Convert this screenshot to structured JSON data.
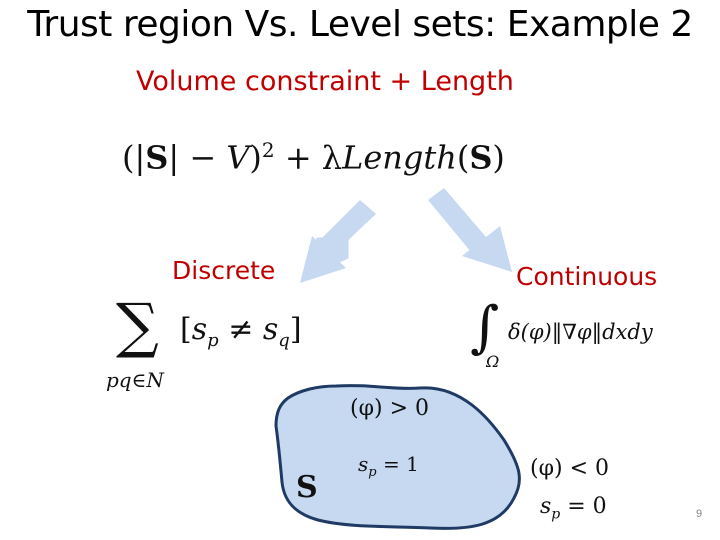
{
  "title": "Trust region Vs. Level sets: Example 2",
  "subtitle": "Volume constraint + Length",
  "energy": {
    "open": "(|",
    "S1": "S",
    "mid": "| − ",
    "V": "V",
    "close": ")",
    "sq": "2",
    "plus": " + λ",
    "length": "Length",
    "lp": "(",
    "S2": "S",
    "rp": ")"
  },
  "discrete": {
    "label": "Discrete",
    "sigma": "∑",
    "sub": "pq∈N",
    "term_open": "[",
    "sp": "s",
    "p": "p",
    "neq": " ≠ ",
    "sq": "s",
    "q": "q",
    "term_close": "]"
  },
  "continuous": {
    "label": "Continuous",
    "integral": "∫",
    "omega": "Ω",
    "expr": "δ(φ)‖∇φ‖dxdy"
  },
  "region": {
    "inside_phi": "(φ) > 0",
    "inside_sp": "s",
    "inside_sub": "p",
    "inside_val": " = 1",
    "set_label": "S",
    "outside_phi": "(φ) < 0",
    "outside_sp": "s",
    "outside_sub": "p",
    "outside_val": " = 0"
  },
  "page_number": "9",
  "colors": {
    "title": "#000000",
    "accent_red": "#c00000",
    "arrow_fill": "#c6d9f1",
    "region_fill": "#c6d9f1",
    "region_stroke": "#1f3a64"
  }
}
